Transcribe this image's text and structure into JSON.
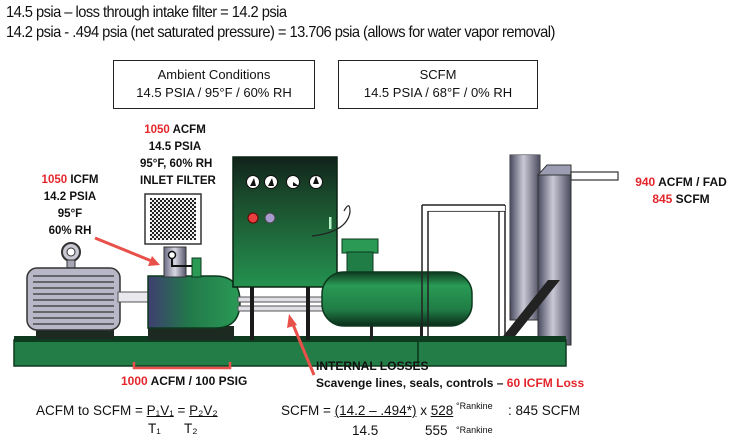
{
  "header": {
    "line1": "14.5 psia – loss through intake filter = 14.2 psia",
    "line2": "14.2 psia - .494 psia (net saturated pressure) = 13.706 psia (allows for water vapor removal)"
  },
  "boxes": {
    "ambient": {
      "title": "Ambient Conditions",
      "value": "14.5 PSIA / 95°F / 60% RH"
    },
    "scfm": {
      "title": "SCFM",
      "value": "14.5 PSIA / 68°F / 0% RH"
    }
  },
  "labels": {
    "inlet_filter": {
      "num": "1050",
      "unit": " ACFM",
      "lines": [
        "14.5 PSIA",
        "95°F, 60% RH",
        "INLET FILTER"
      ]
    },
    "icfm": {
      "num": "1050",
      "unit": " ICFM",
      "lines": [
        "14.2 PSIA",
        "95°F",
        "60% RH"
      ]
    },
    "discharge": {
      "num": "940",
      "unit": " ACFM / FAD",
      "num2": "845",
      "unit2": " SCFM"
    },
    "compressor_output": {
      "num": "1000",
      "unit": " ACFM / 100 PSIG"
    },
    "internal_losses": {
      "title": "INTERNAL LOSSES",
      "desc": "Scavenge lines, seals, controls – ",
      "loss": "60 ICFM Loss"
    }
  },
  "formulas": {
    "left": {
      "prefix": "ACFM to SCFM = ",
      "num1": "P₁V₁",
      "den1": "T₁",
      "eq": " = ",
      "num2": "P₂V₂",
      "den2": "T₂"
    },
    "right": {
      "prefix": "SCFM = ",
      "numerator": "(14.2 – .494*)",
      "times": " x ",
      "num2": "528",
      "denominator": "14.5",
      "den2": "555",
      "rankine_top": "°Rankine",
      "rankine_bottom": "°Rankine",
      "result": ": 845 SCFM"
    }
  },
  "colors": {
    "accent_red": "#e4262c",
    "machine_green": "#1f8a4c",
    "dark_green": "#0f5a2e",
    "steel": "#8a8aa0"
  }
}
